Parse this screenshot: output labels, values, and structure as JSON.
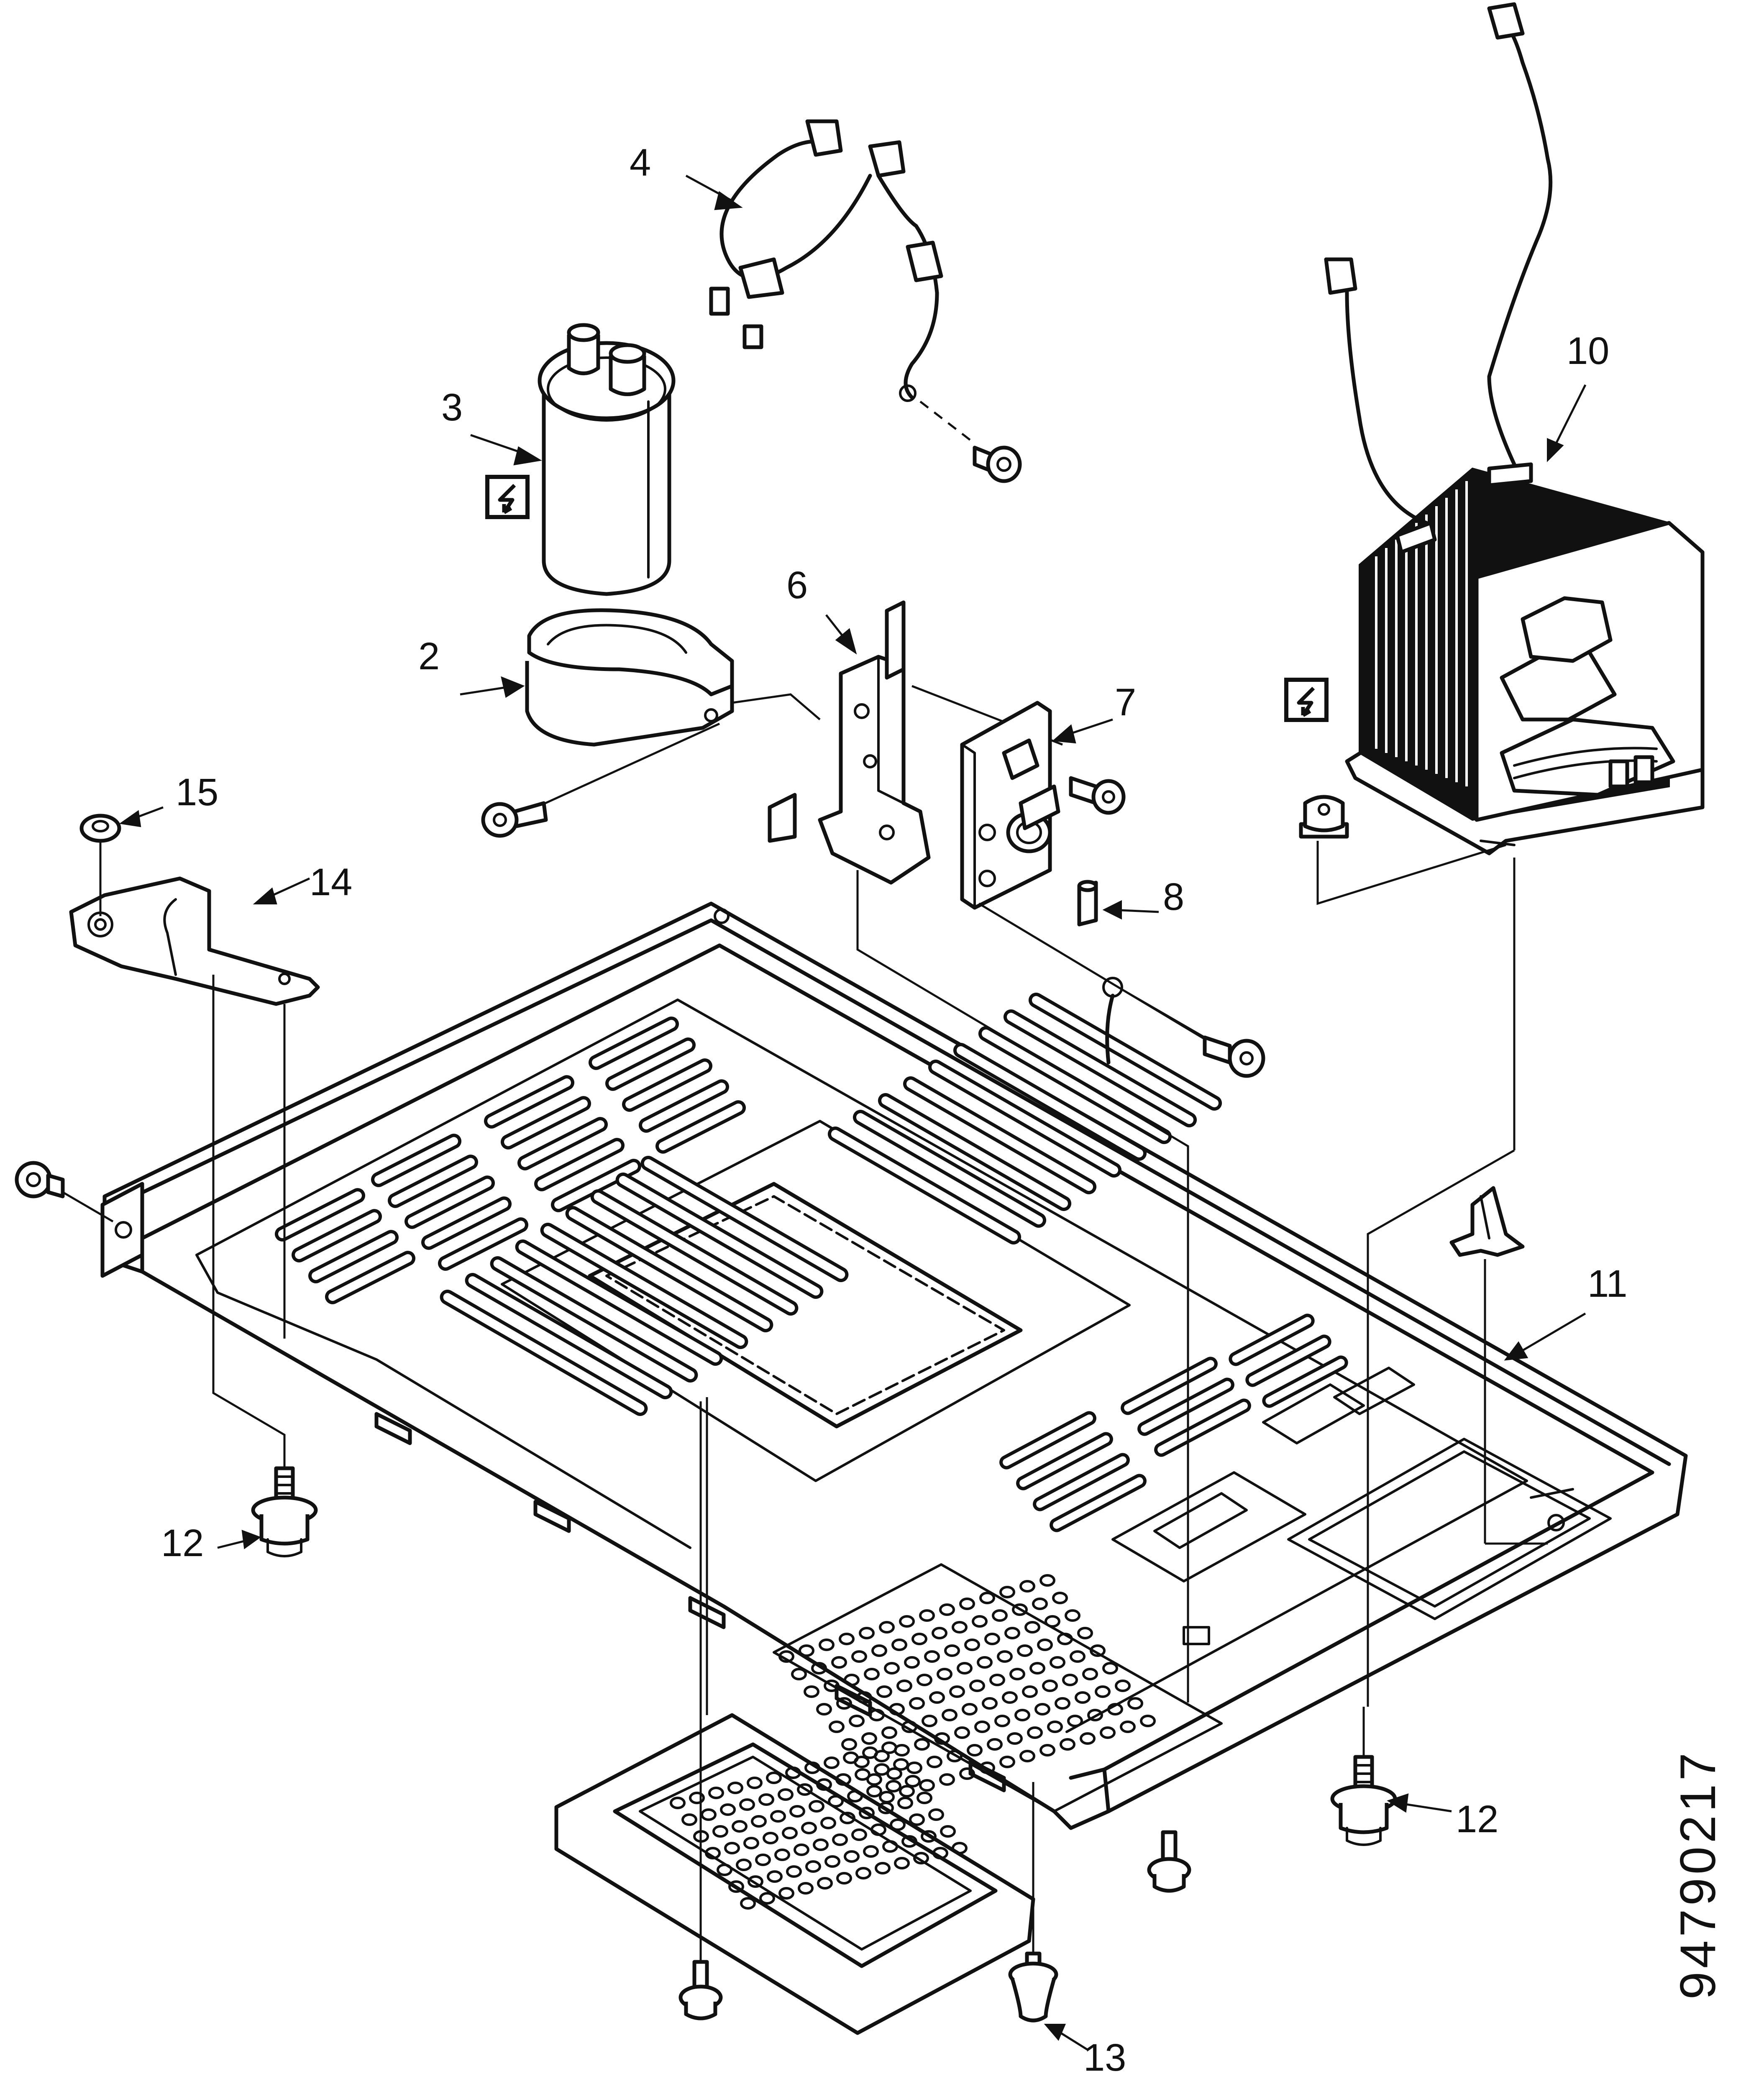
{
  "diagram": {
    "drawing_number": "94790217",
    "callouts": [
      {
        "id": "c2",
        "text": "2"
      },
      {
        "id": "c3",
        "text": "3"
      },
      {
        "id": "c4",
        "text": "4"
      },
      {
        "id": "c6",
        "text": "6"
      },
      {
        "id": "c7",
        "text": "7"
      },
      {
        "id": "c8",
        "text": "8"
      },
      {
        "id": "c10",
        "text": "10"
      },
      {
        "id": "c11",
        "text": "11"
      },
      {
        "id": "c12a",
        "text": "12"
      },
      {
        "id": "c12b",
        "text": "12"
      },
      {
        "id": "c13",
        "text": "13"
      },
      {
        "id": "c14",
        "text": "14"
      },
      {
        "id": "c15",
        "text": "15"
      }
    ],
    "icons": {
      "warning": "high-voltage-warning-icon"
    }
  }
}
